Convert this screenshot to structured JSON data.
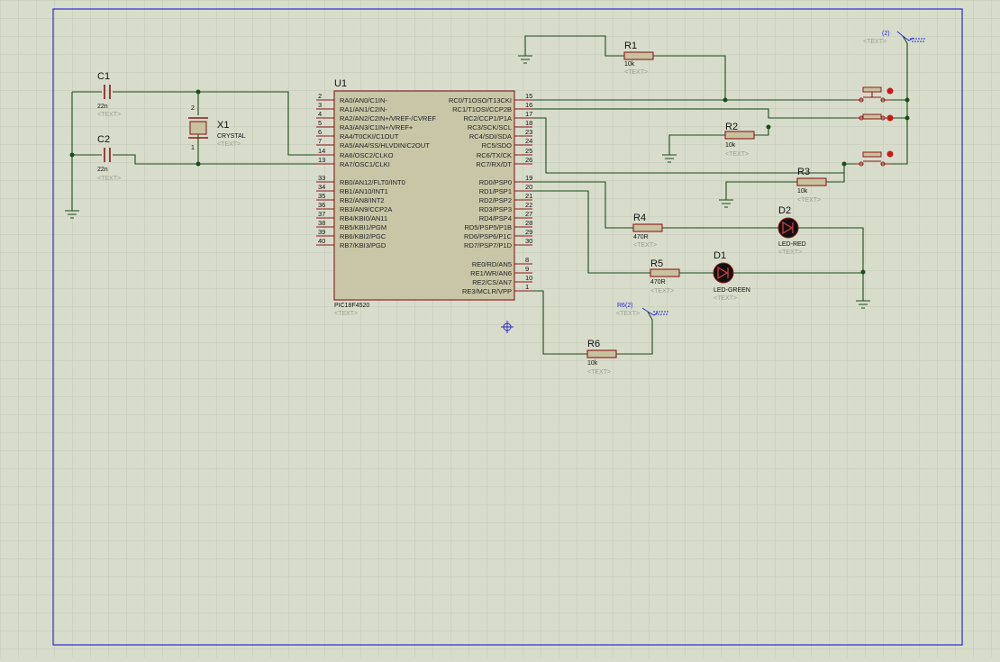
{
  "schematic": {
    "mcu": {
      "ref": "U1",
      "part": "PIC18F4520",
      "placeholder": "<TEXT>",
      "left_pins": [
        {
          "num": "2",
          "name": "RA0/AN0/C1IN-"
        },
        {
          "num": "3",
          "name": "RA1/AN1/C2IN-"
        },
        {
          "num": "4",
          "name": "RA2/AN2/C2IN+/VREF-/CVREF"
        },
        {
          "num": "5",
          "name": "RA3/AN3/C1IN+/VREF+"
        },
        {
          "num": "6",
          "name": "RA4/T0CKI/C1OUT"
        },
        {
          "num": "7",
          "name": "RA5/AN4/SS/HLVDIN/C2OUT"
        },
        {
          "num": "14",
          "name": "RA6/OSC2/CLKO"
        },
        {
          "num": "13",
          "name": "RA7/OSC1/CLKI"
        },
        {
          "num": "33",
          "name": "RB0/AN12/FLT0/INT0"
        },
        {
          "num": "34",
          "name": "RB1/AN10/INT1"
        },
        {
          "num": "35",
          "name": "RB2/AN8/INT2"
        },
        {
          "num": "36",
          "name": "RB3/AN9/CCP2A"
        },
        {
          "num": "37",
          "name": "RB4/KBI0/AN11"
        },
        {
          "num": "38",
          "name": "RB5/KBI1/PGM"
        },
        {
          "num": "39",
          "name": "RB6/KBI2/PGC"
        },
        {
          "num": "40",
          "name": "RB7/KBI3/PGD"
        }
      ],
      "right_pins": [
        {
          "num": "15",
          "name": "RC0/T1OSO/T13CKI"
        },
        {
          "num": "16",
          "name": "RC1/T1OSI/CCP2B"
        },
        {
          "num": "17",
          "name": "RC2/CCP1/P1A"
        },
        {
          "num": "18",
          "name": "RC3/SCK/SCL"
        },
        {
          "num": "23",
          "name": "RC4/SDI/SDA"
        },
        {
          "num": "24",
          "name": "RC5/SDO"
        },
        {
          "num": "25",
          "name": "RC6/TX/CK"
        },
        {
          "num": "26",
          "name": "RC7/RX/DT"
        },
        {
          "num": "19",
          "name": "RD0/PSP0"
        },
        {
          "num": "20",
          "name": "RD1/PSP1"
        },
        {
          "num": "21",
          "name": "RD2/PSP2"
        },
        {
          "num": "22",
          "name": "RD3/PSP3"
        },
        {
          "num": "27",
          "name": "RD4/PSP4"
        },
        {
          "num": "28",
          "name": "RD5/PSP5/P1B"
        },
        {
          "num": "29",
          "name": "RD6/PSP6/P1C"
        },
        {
          "num": "30",
          "name": "RD7/PSP7/P1D"
        },
        {
          "num": "8",
          "name": "RE0/RD/AN5"
        },
        {
          "num": "9",
          "name": "RE1/WR/AN6"
        },
        {
          "num": "10",
          "name": "RE2/CS/AN7"
        },
        {
          "num": "1",
          "name": "RE3/MCLR/VPP"
        }
      ]
    },
    "components": {
      "C1": {
        "ref": "C1",
        "value": "22n",
        "placeholder": "<TEXT>"
      },
      "C2": {
        "ref": "C2",
        "value": "22n",
        "placeholder": "<TEXT>"
      },
      "X1": {
        "ref": "X1",
        "value": "CRYSTAL",
        "placeholder": "<TEXT>",
        "pin_top": "2",
        "pin_bottom": "1"
      },
      "R1": {
        "ref": "R1",
        "value": "10k",
        "placeholder": "<TEXT>"
      },
      "R2": {
        "ref": "R2",
        "value": "10k",
        "placeholder": "<TEXT>"
      },
      "R3": {
        "ref": "R3",
        "value": "10k",
        "placeholder": "<TEXT>"
      },
      "R4": {
        "ref": "R4",
        "value": "470R",
        "placeholder": "<TEXT>"
      },
      "R5": {
        "ref": "R5",
        "value": "470R",
        "placeholder": "<TEXT>"
      },
      "R6": {
        "ref": "R6",
        "value": "10k",
        "placeholder": "<TEXT>"
      },
      "D1": {
        "ref": "D1",
        "value": "LED-GREEN",
        "placeholder": "<TEXT>"
      },
      "D2": {
        "ref": "D2",
        "value": "LED-RED",
        "placeholder": "<TEXT>"
      }
    },
    "terminals": {
      "power_top": {
        "label": "(2)",
        "placeholder": "<TEXT>"
      },
      "r6_term": {
        "label": "R6(2)",
        "placeholder": "<TEXT>"
      }
    },
    "colors": {
      "background": "#d8dccb",
      "grid": "#c4c8b6",
      "border": "#2b2bd0",
      "wire": "#1a4d1a",
      "component": "#8b1a1a",
      "ic_fill": "#c8c6a6"
    }
  }
}
